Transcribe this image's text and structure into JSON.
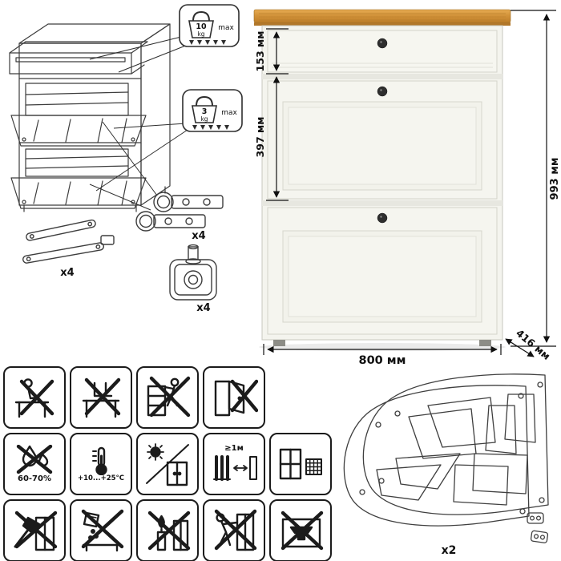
{
  "canvas": {
    "background": "#ffffff"
  },
  "colors": {
    "wood_top": "#d19138",
    "cabinet_body": "#f4f4ee",
    "outline": "#3d3d3d",
    "dimension_text": "#111111"
  },
  "load_badges": {
    "drawer": {
      "value": "10",
      "unit": "kg",
      "max": "max"
    },
    "flap": {
      "value": "3",
      "unit": "kg",
      "max": "max"
    }
  },
  "dimensions": {
    "drawer_height": "153 мм",
    "flap_section_height": "397 мм",
    "total_height": "993 мм",
    "width": "800 мм",
    "depth": "416 мм"
  },
  "hardware": {
    "stay_arm_count": "x4",
    "hinge_count": "x4",
    "foot_count": "x4",
    "side_frame_count": "x2"
  },
  "care": {
    "humidity_range": "60-70%",
    "temperature_range": "+10...+25°C",
    "heat_distance": "≥1м"
  },
  "pictogram_names": [
    "no-sitting",
    "no-standing",
    "no-climbing",
    "anti-tip",
    "humidity",
    "temperature",
    "no-sunlight",
    "heat-distance",
    "ventilation",
    "no-sharp-objects",
    "no-liquids",
    "no-open-flame",
    "no-dragging",
    "no-heavy-objects"
  ]
}
